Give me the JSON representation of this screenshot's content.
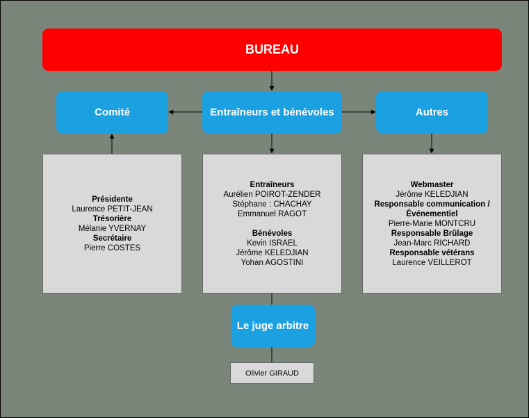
{
  "colors": {
    "background": "#7b867a",
    "bureau": "#ff0000",
    "role_box": "#1ba1e2",
    "panel": "#d9d9d9"
  },
  "bureau": {
    "label": "BUREAU"
  },
  "roles": {
    "comite": "Comité",
    "entraineurs_benevoles": "Entraîneurs et bénévoles",
    "autres": "Autres",
    "juge_arbitre": "Le juge arbitre"
  },
  "comite_panel": {
    "presidente_title": "Présidente",
    "presidente_name": "Laurence PETIT-JEAN",
    "tresoriere_title": "Trésorière",
    "tresoriere_name": "Mélanie YVERNAY",
    "secretaire_title": "Secrétaire",
    "secretaire_name": "Pierre COSTES"
  },
  "entraineurs_panel": {
    "entraineurs_title": "Entraîneurs",
    "entraineurs": [
      "Aurélien POIROT-ZENDER",
      "Stéphane : CHACHAY",
      "Emmanuel RAGOT"
    ],
    "benevoles_title": "Bénévoles",
    "benevoles": [
      "Kevin ISRAEL",
      "Jérôme KELEDJIAN",
      "Yohan AGOSTINI"
    ]
  },
  "autres_panel": {
    "webmaster_title": "Webmaster",
    "webmaster_name": "Jérôme KELEDJIAN",
    "communication_title_line1": "Responsable communication /",
    "communication_title_line2": "Événementiel",
    "communication_name": "Pierre-Marie MONTCRU",
    "brulage_title": "Responsable Brûlage",
    "brulage_name": "Jean-Marc RICHARD",
    "veterans_title": "Responsable vétérans",
    "veterans_name": "Laurence VEILLEROT"
  },
  "juge_panel": {
    "name": "Olivier GIRAUD"
  }
}
